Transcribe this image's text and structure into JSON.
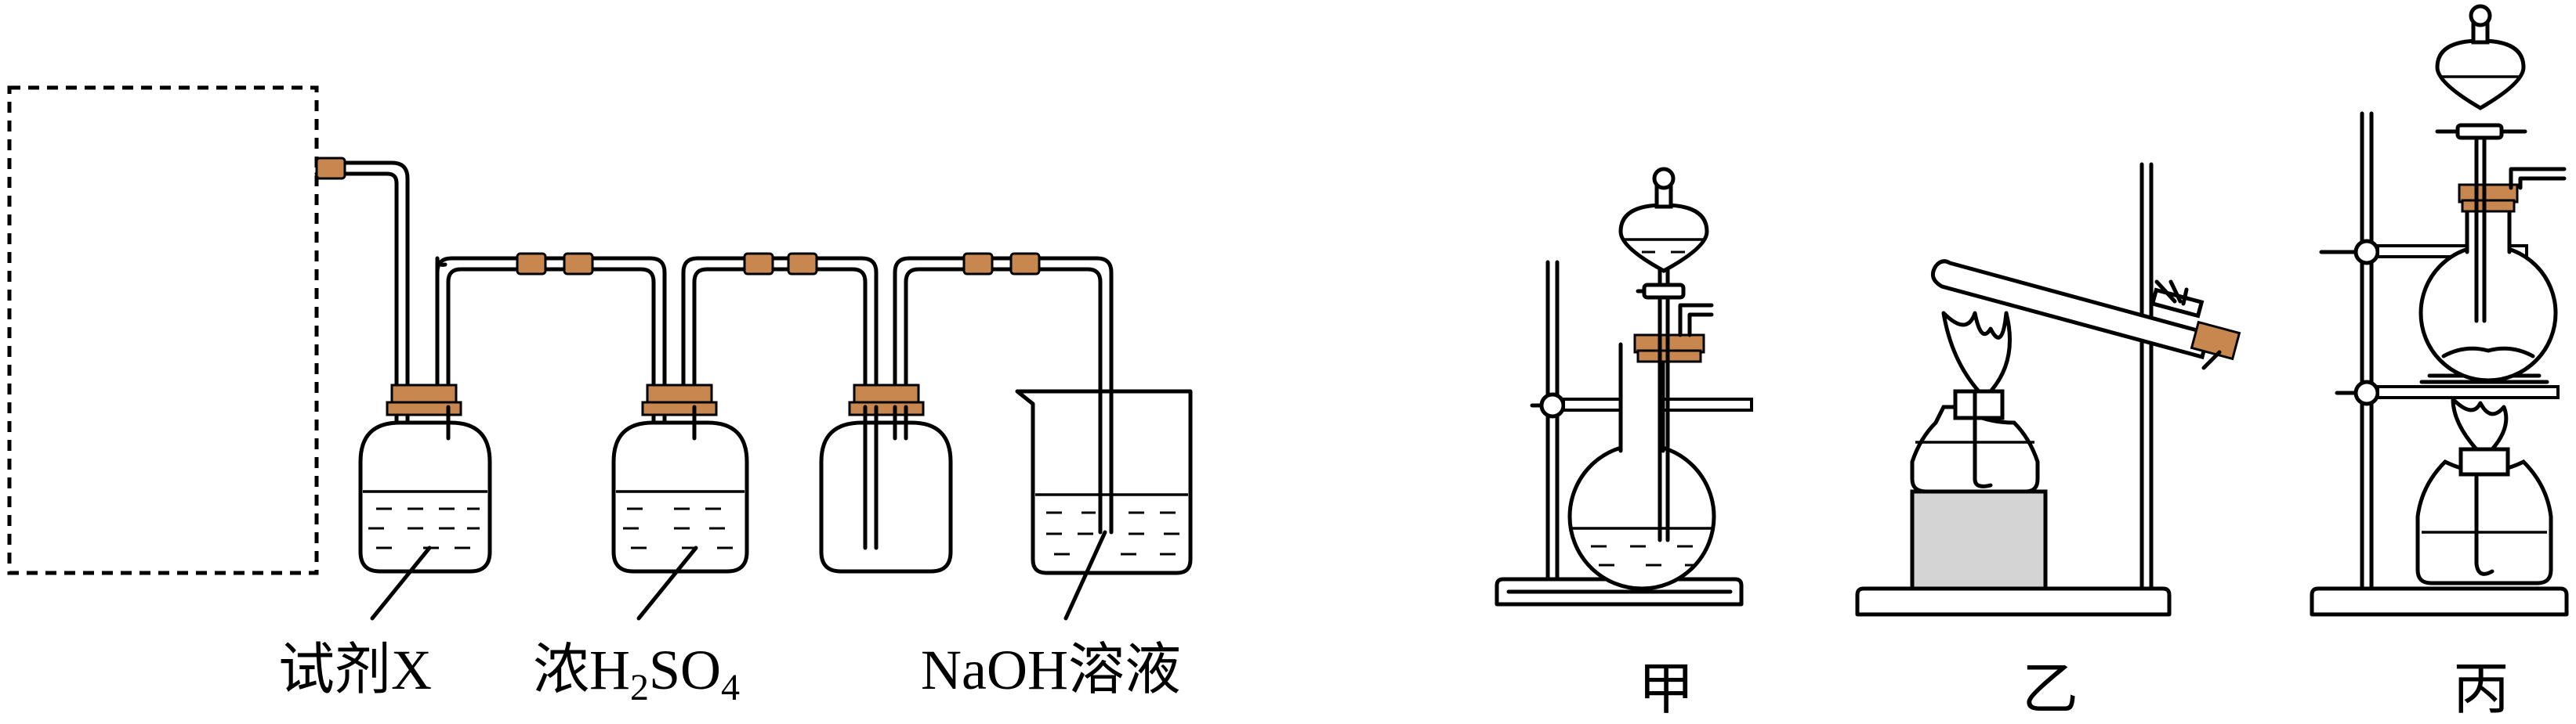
{
  "labels": {
    "reagent_x": "试剂X",
    "conc_h2so4_prefix": "浓H",
    "conc_h2so4_sub1": "2",
    "conc_h2so4_mid": "SO",
    "conc_h2so4_sub2": "4",
    "naoh_solution": "NaOH溶液",
    "apparatus_jia": "甲",
    "apparatus_yi": "乙",
    "apparatus_bing": "丙"
  },
  "colors": {
    "stopper": "#c8874f",
    "block": "#d4d4d4",
    "line": "#000000"
  }
}
